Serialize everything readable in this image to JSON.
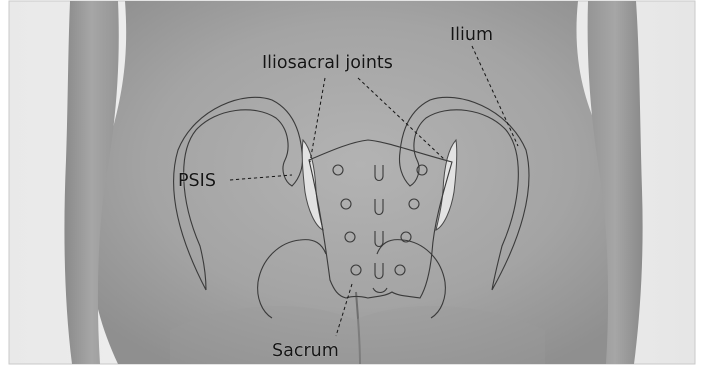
{
  "labels": {
    "ilium": "Ilium",
    "iliosacral_joints": "Iliosacral joints",
    "psis": "PSIS",
    "sacrum": "Sacrum"
  },
  "colors": {
    "frame_border": "#c9c9c9",
    "photo_bg": "#ededed",
    "skin": "#a3a3a3",
    "outline": "#3a3a3a",
    "joint_fill": "#e2e2e2",
    "label_text": "#141414"
  }
}
